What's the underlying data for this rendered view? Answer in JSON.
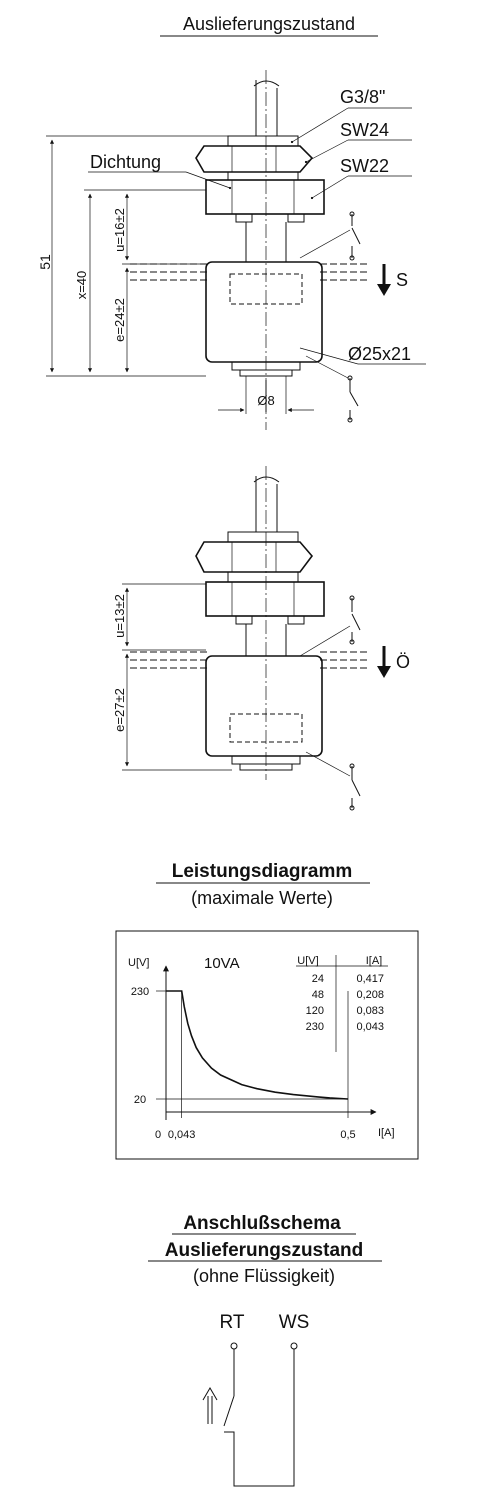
{
  "section1": {
    "title": "Auslieferungszustand",
    "labels": {
      "thread": "G3/8\"",
      "wrench_large": "SW24",
      "wrench_small": "SW22",
      "seal": "Dichtung",
      "mode": "S",
      "float_size": "Ø25x21",
      "stem_diameter": "Ø8",
      "total_length": "51",
      "x_dim": "x=40",
      "u_dim": "u=16±2",
      "e_dim": "e=24±2"
    }
  },
  "section2": {
    "labels": {
      "mode": "Ö",
      "u_dim": "u=13±2",
      "e_dim": "e=27±2"
    }
  },
  "diagram": {
    "title": "Leistungsdiagramm",
    "subtitle": "(maximale Werte)",
    "power_label": "10VA",
    "chart_data": {
      "type": "line",
      "title": "Leistungsdiagramm",
      "subtitle": "(maximale Werte)",
      "xlabel": "I[A]",
      "ylabel": "U[V]",
      "x_ticks": [
        {
          "value": 0,
          "label": "0"
        },
        {
          "value": 0.043,
          "label": "0,043"
        },
        {
          "value": 0.5,
          "label": "0,5"
        }
      ],
      "y_ticks": [
        {
          "value": 20,
          "label": "20"
        },
        {
          "value": 230,
          "label": "230"
        }
      ],
      "series": [
        {
          "name": "10VA",
          "points": [
            [
              0,
              230
            ],
            [
              0.043,
              230
            ],
            [
              0.05,
              200
            ],
            [
              0.06,
              166.7
            ],
            [
              0.07,
              142.9
            ],
            [
              0.083,
              120
            ],
            [
              0.1,
              100
            ],
            [
              0.125,
              80
            ],
            [
              0.15,
              66.7
            ],
            [
              0.208,
              48
            ],
            [
              0.25,
              40
            ],
            [
              0.3,
              33.3
            ],
            [
              0.35,
              28.6
            ],
            [
              0.417,
              24
            ],
            [
              0.45,
              22.2
            ],
            [
              0.5,
              20
            ]
          ]
        }
      ],
      "table": {
        "headers": [
          "U[V]",
          "I[A]"
        ],
        "rows": [
          [
            "24",
            "0,417"
          ],
          [
            "48",
            "0,208"
          ],
          [
            "120",
            "0,083"
          ],
          [
            "230",
            "0,043"
          ]
        ]
      }
    }
  },
  "schema": {
    "title1": "Anschlußschema",
    "title2": "Auslieferungszustand",
    "subtitle": "(ohne Flüssigkeit)",
    "terminal_left": "RT",
    "terminal_right": "WS"
  }
}
